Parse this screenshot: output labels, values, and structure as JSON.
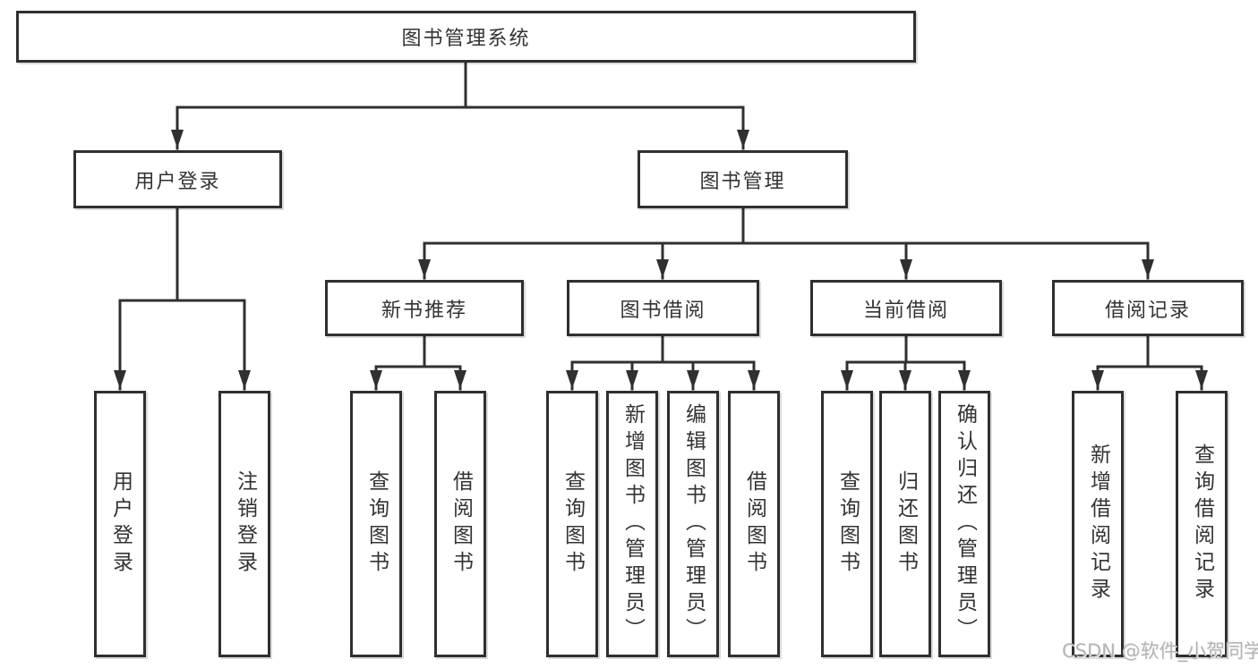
{
  "colors": {
    "line": "#303030",
    "box_border": "#2f2f2f",
    "text": "#333333",
    "watermark": "#b5b5b5"
  },
  "watermark": {
    "text": "CSDN @软件_小贺同学"
  },
  "diagram": {
    "type": "hierarchy-flowchart",
    "root": {
      "label": "图书管理系统"
    },
    "branches": [
      {
        "label": "用户登录",
        "children": [
          {
            "label": "用户登录"
          },
          {
            "label": "注销登录"
          }
        ]
      },
      {
        "label": "图书管理",
        "children": [
          {
            "label": "新书推荐",
            "children": [
              {
                "label": "查询图书"
              },
              {
                "label": "借阅图书"
              }
            ]
          },
          {
            "label": "图书借阅",
            "children": [
              {
                "label": "查询图书"
              },
              {
                "label": "新增图书（管理员）"
              },
              {
                "label": "编辑图书（管理员）"
              },
              {
                "label": "借阅图书"
              }
            ]
          },
          {
            "label": "当前借阅",
            "children": [
              {
                "label": "查询图书"
              },
              {
                "label": "归还图书"
              },
              {
                "label": "确认归还（管理员）"
              }
            ]
          },
          {
            "label": "借阅记录",
            "children": [
              {
                "label": "新增借阅记录"
              },
              {
                "label": "查询借阅记录"
              }
            ]
          }
        ]
      }
    ]
  }
}
